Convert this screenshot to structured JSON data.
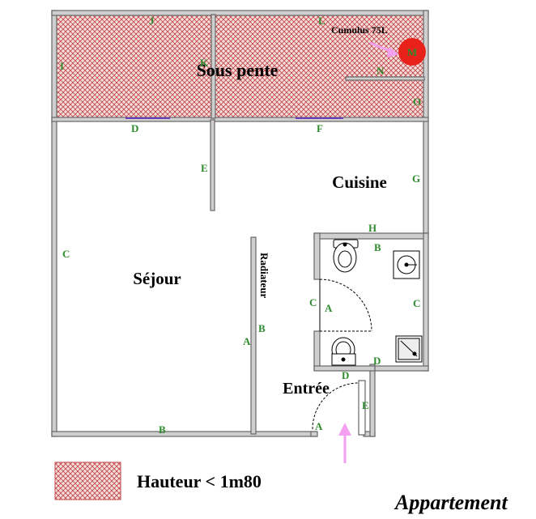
{
  "title": "Appartement",
  "legend": {
    "label": "Hauteur < 1m80",
    "color": "#c04a4a"
  },
  "rooms": {
    "sous_pente": "Sous pente",
    "cuisine": "Cuisine",
    "sejour": "Séjour",
    "entree": "Entrée",
    "radiateur": "Radiateur"
  },
  "equipment": {
    "cumulus": "Cumulus 75L",
    "cumulus_marker": "M"
  },
  "wall_labels": {
    "I": "I",
    "J": "J",
    "K": "K",
    "L": "L",
    "N": "N",
    "O": "O",
    "D_top": "D",
    "F": "F",
    "E_mid": "E",
    "G": "G",
    "C_left": "C",
    "H": "H",
    "B_bath": "B",
    "C_bath_left": "C",
    "A_bath": "A",
    "C_bath_right": "C",
    "D_bath": "D",
    "B_radiator": "B",
    "A_radiator": "A",
    "D_entree": "D",
    "E_entree": "E",
    "A_entree": "A",
    "B_bottom": "B"
  },
  "colors": {
    "wall_label": "#2e8b2e",
    "arrow": "#f4a0f0",
    "wall": "#808080",
    "hatch": "#c04a4a",
    "cumulus": "#e8221a",
    "opening": "#6a3fb8"
  }
}
